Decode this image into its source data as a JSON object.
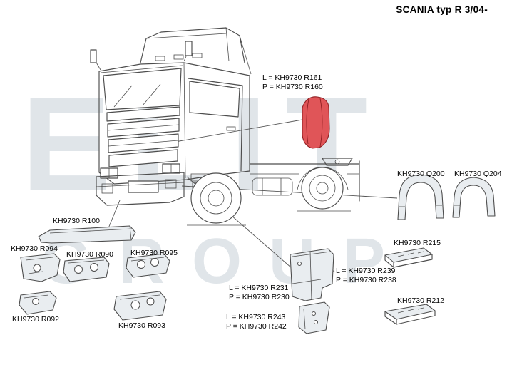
{
  "page": {
    "title": "SCANIA typ R 3/04-"
  },
  "watermark": {
    "line1": "ELIT",
    "line2": "GROUP"
  },
  "colors": {
    "highlight_fill": "#e05558",
    "highlight_stroke": "#8f1f22",
    "outline": "#4d4d4d",
    "part_fill": "#e9edf0",
    "watermark": "#e0e5e9"
  },
  "labels": {
    "r161_160": {
      "line1": "L = KH9730 R161",
      "line2": "P = KH9730 R160"
    },
    "q200": {
      "text": "KH9730 Q200"
    },
    "q204": {
      "text": "KH9730 Q204"
    },
    "r100": {
      "text": "KH9730 R100"
    },
    "r094": {
      "text": "KH9730 R094"
    },
    "r090": {
      "text": "KH9730 R090"
    },
    "r095": {
      "text": "KH9730 R095"
    },
    "r215": {
      "text": "KH9730 R215"
    },
    "r239_238": {
      "line1": "L = KH9730 R239",
      "line2": "P = KH9730 R238"
    },
    "r231_230": {
      "line1": "L = KH9730 R231",
      "line2": "P = KH9730 R230"
    },
    "r212": {
      "text": "KH9730 R212"
    },
    "r243_242": {
      "line1": "L = KH9730 R243",
      "line2": "P = KH9730 R242"
    },
    "r092": {
      "text": "KH9730 R092"
    },
    "r093": {
      "text": "KH9730 R093"
    }
  }
}
